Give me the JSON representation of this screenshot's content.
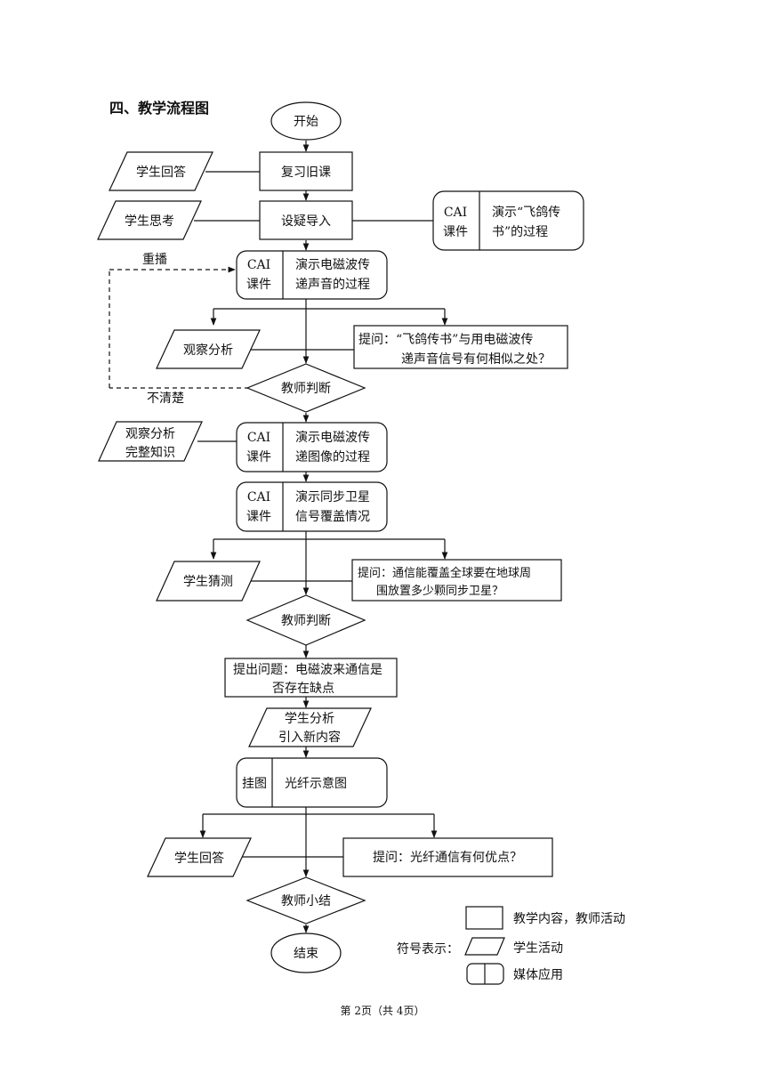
{
  "heading": "四、教学流程图",
  "nodes": {
    "start": "开始",
    "review": "复习旧课",
    "student_answer_1": "学生回答",
    "intro": "设疑导入",
    "student_think": "学生思考",
    "cai_label": "CAI",
    "courseware_label": "课件",
    "pigeon_demo": [
      "演示“飞鸽传",
      "书”的过程"
    ],
    "sound_demo": [
      "演示电磁波传",
      "递声音的过程"
    ],
    "replay": "重播",
    "observe_1": "观察分析",
    "question_1": [
      "提问：“飞鸽传书”与用电磁波传",
      "递声音信号有何相似之处？"
    ],
    "teacher_judge_1": "教师判断",
    "unclear": "不清楚",
    "observe_complete": [
      "观察分析",
      "完整知识"
    ],
    "image_demo": [
      "演示电磁波传",
      "递图像的过程"
    ],
    "satellite_demo": [
      "演示同步卫星",
      "信号覆盖情况"
    ],
    "student_guess": "学生猜测",
    "question_2": [
      "提问：通信能覆盖全球要在地球周",
      "围放置多少颗同步卫星？"
    ],
    "teacher_judge_2": "教师判断",
    "raise_question": [
      "提出问题：电磁波来通信是",
      "否存在缺点"
    ],
    "student_analyze": [
      "学生分析",
      "引入新内容"
    ],
    "hang_chart_label": "挂图",
    "fiber_diagram": "光纤示意图",
    "student_answer_2": "学生回答",
    "question_3": "提问：光纤通信有何优点？",
    "teacher_summary": "教师小结",
    "end": "结束"
  },
  "legend": {
    "prefix": "符号表示：",
    "teaching": "教学内容，教师活动",
    "student": "学生活动",
    "media": "媒体应用"
  },
  "footer": "第 2页（共 4页）"
}
